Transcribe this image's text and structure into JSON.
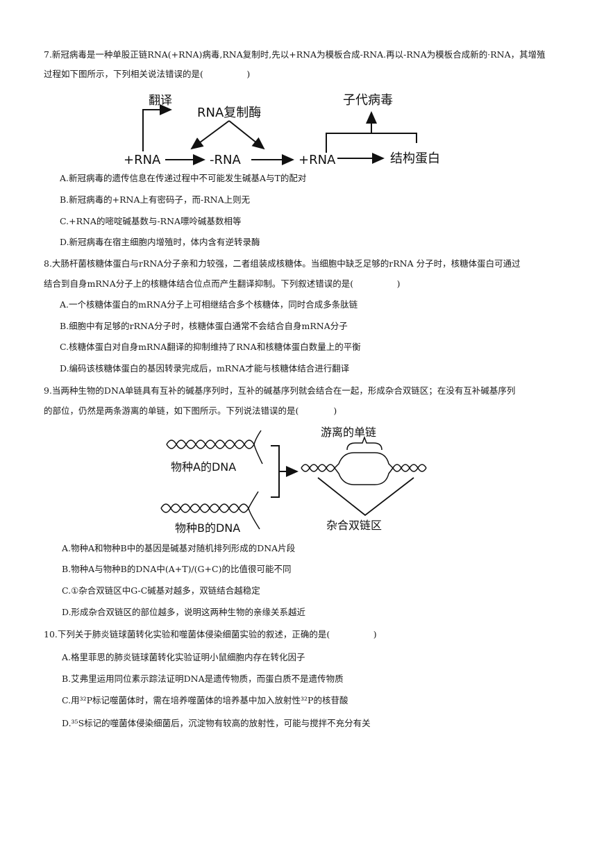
{
  "q7": {
    "stem_line1": "7.新冠病毒是一种单股正链RNA(+RNA)病毒,RNA复制时,先以+RNA为模板合成-RNA.再以-RNA为模板合成新的·RNA，其增殖",
    "stem_line2": "过程如下图所示，下列相关说法错误的是(　　　　　)",
    "diagram": {
      "translate": "翻译",
      "replicase": "RNA复制酶",
      "plus_rna_1": "+RNA",
      "minus_rna": "-RNA",
      "plus_rna_2": "+RNA",
      "offspring": "子代病毒",
      "structural_protein": "结构蛋白"
    },
    "options": [
      "A.新冠病毒的遗传信息在传递过程中不可能发生碱基A与T的配对",
      "B.新冠病毒的+RNA上有密码子，而-RNA上则无",
      "C.+RNA的嘧啶碱基数与-RNA嘌呤碱基数相等",
      "D.新冠病毒在宿主细胞内增殖时，体内含有逆转录酶"
    ]
  },
  "q8": {
    "stem_line1": "8.大肠杆菌核糖体蛋白与rRNA分子亲和力较强，二者组装成核糖体。当细胞中缺乏足够的rRNA 分子时，核糖体蛋白可通过",
    "stem_line2": "结合到自身mRNA分子上的核糖体结合位点而产生翻译抑制。下列叙述错误的是(　　　　　)",
    "options": [
      "A.一个核糖体蛋白的mRNA分子上可相继结合多个核糖体，同时合成多条肽链",
      "B.细胞中有足够的rRNA分子时，核糖体蛋白通常不会结合自身mRNA分子",
      "C.核糖体蛋白对自身mRNA翻译的抑制维持了RNA和核糖体蛋白数量上的平衡",
      "D.编码该核糖体蛋白的基因转录完成后，mRNA才能与核糖体结合进行翻译"
    ]
  },
  "q9": {
    "stem_line1": "9.当两种生物的DNA单链具有互补的碱基序列时，互补的碱基序列就会结合在一起，形成杂合双链区；在没有互补碱基序列",
    "stem_line2": "的部位，仍然是两条游离的单链，如下图所示。下列说法错误的是(　　　　)",
    "diagram": {
      "species_a": "物种A的DNA",
      "species_b": "物种B的DNA",
      "free_strand": "游离的单链",
      "hybrid_region": "杂合双链区"
    },
    "options": [
      "A.物种A和物种B中的基因是碱基对随机排列形成的DNA片段",
      "B.物种A与物种B的DNA中(A+T)/(G+C)的比值很可能不同",
      "C.①杂合双链区中G-C碱基对越多，双链结合越稳定",
      "D.形成杂合双链区的部位越多，说明这两种生物的亲缘关系越近"
    ]
  },
  "q10": {
    "stem_line1": "10.下列关于肺炎链球菌转化实验和噬菌体侵染细菌实验的叙述，正确的是(　　　　　)",
    "options": [
      "A.格里菲思的肺炎链球菌转化实验证明小鼠细胞内存在转化因子",
      "B.艾弗里运用同位素示踪法证明DNA是遗传物质，而蛋白质不是遗传物质",
      "C.用³²P标记噬菌体时，需在培养噬菌体的培养基中加入放射性³²P的核苷酸",
      "D.³⁵S标记的噬菌体侵染细菌后，沉淀物有较高的放射性，可能与搅拌不充分有关"
    ]
  }
}
